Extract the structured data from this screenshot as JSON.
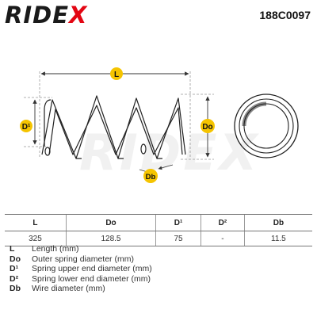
{
  "header": {
    "brand_text": "RIDE",
    "brand_x": "X",
    "part_number": "188C0097",
    "accent_color": "#e30613"
  },
  "diagram": {
    "labels": {
      "length": "L",
      "outer_diameter": "Do",
      "upper_diameter": "D¹",
      "wire_diameter": "Db"
    },
    "watermark": "RIDEX",
    "badge_color": "#f5c400"
  },
  "specs": {
    "headers": [
      "L",
      "Do",
      "D¹",
      "D²",
      "Db"
    ],
    "values": [
      "325",
      "128.5",
      "75",
      "-",
      "11.5"
    ]
  },
  "legend": [
    {
      "key": "L",
      "desc": "Length (mm)"
    },
    {
      "key": "Do",
      "desc": "Outer spring diameter (mm)"
    },
    {
      "key": "D¹",
      "desc": "Spring upper end diameter (mm)"
    },
    {
      "key": "D²",
      "desc": "Spring lower end diameter (mm)"
    },
    {
      "key": "Db",
      "desc": "Wire diameter (mm)"
    }
  ]
}
